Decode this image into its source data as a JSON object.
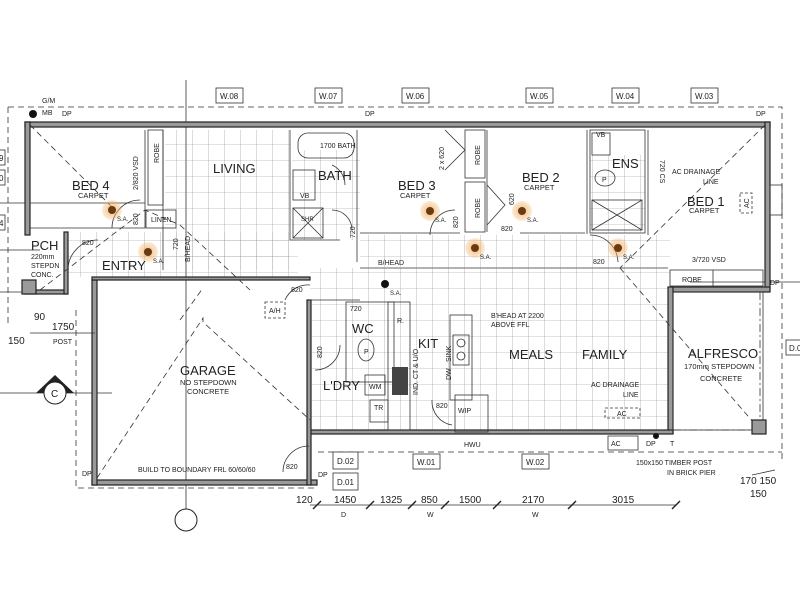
{
  "window_tags": {
    "w08": "W.08",
    "w07": "W.07",
    "w06": "W.06",
    "w05": "W.05",
    "w04": "W.04",
    "w03": "W.03",
    "w01": "W.01",
    "w02": "W.02"
  },
  "door_tags": {
    "d02": "D.02",
    "d01": "D.01",
    "d0": "D.0"
  },
  "left_tags": {
    "a": "9",
    "b": "0",
    "c": "4"
  },
  "rooms": {
    "bed4": {
      "name": "BED 4",
      "floor": "CARPET"
    },
    "living": {
      "name": "LIVING"
    },
    "bath": {
      "name": "BATH"
    },
    "bed3": {
      "name": "BED 3",
      "floor": "CARPET"
    },
    "bed2": {
      "name": "BED 2",
      "floor": "CARPET"
    },
    "ens": {
      "name": "ENS"
    },
    "bed1": {
      "name": "BED 1",
      "floor": "CARPET"
    },
    "pch": {
      "name": "PCH",
      "note1": "220mm",
      "note2": "STEPDN",
      "note3": "CONC."
    },
    "entry": {
      "name": "ENTRY"
    },
    "garage": {
      "name": "GARAGE",
      "note1": "NO STEPDOWN",
      "note2": "CONCRETE"
    },
    "wc": {
      "name": "WC"
    },
    "kit": {
      "name": "KIT"
    },
    "meals": {
      "name": "MEALS"
    },
    "family": {
      "name": "FAMILY"
    },
    "ldry": {
      "name": "L'DRY"
    },
    "alfresco": {
      "name": "ALFRESCO",
      "note1": "170mm STEPDOWN",
      "note2": "CONCRETE"
    }
  },
  "labels": {
    "gm": "G/M",
    "mb": "MB",
    "dp": "DP",
    "robe": "ROBE",
    "linen": "LINEN",
    "vsd_bed4": "2/820 VSD",
    "bath_tub": "1700 BATH",
    "vb": "VB",
    "shr": "SHR",
    "robe_pair": "2 x 620",
    "cs": "720 CS",
    "ac_drain1": "AC DRAINAGE",
    "ac_drain2": "LINE",
    "ac": "AC",
    "vsd_bed1": "3/720 VSD",
    "bhead": "B/HEAD",
    "sa": "S.A.",
    "ah": "A/H",
    "r": "R.",
    "p": "P",
    "wm": "WM",
    "tr": "TR",
    "sink": "SINK",
    "dw": "DW",
    "cooktop": "IND. CT & U/O",
    "wip": "WIP",
    "hwu": "HWU",
    "bhead_note1": "B'HEAD AT 2200",
    "bhead_note2": "ABOVE FFL",
    "boundary": "BUILD TO BOUNDARY FRL 60/60/60",
    "post1": "150x150 TIMBER POST",
    "post2": "IN BRICK PIER",
    "post": "POST",
    "section_c": "C",
    "t": "T",
    "d_820": "820",
    "d_720": "720",
    "d_620": "620"
  },
  "dimensions": {
    "bottom": [
      "120",
      "1450",
      "1325",
      "850",
      "1500",
      "2170",
      "3015"
    ],
    "bottom_codes": {
      "d": "D",
      "w1": "W",
      "w2": "W"
    },
    "left": {
      "a": "90",
      "b": "1750",
      "c": "150"
    },
    "right": {
      "a": "170 150",
      "b": "150"
    }
  },
  "colors": {
    "sensor_glow": "#f2b36a",
    "sensor_core": "#6b3a12",
    "wall": "#9a9a9a"
  }
}
